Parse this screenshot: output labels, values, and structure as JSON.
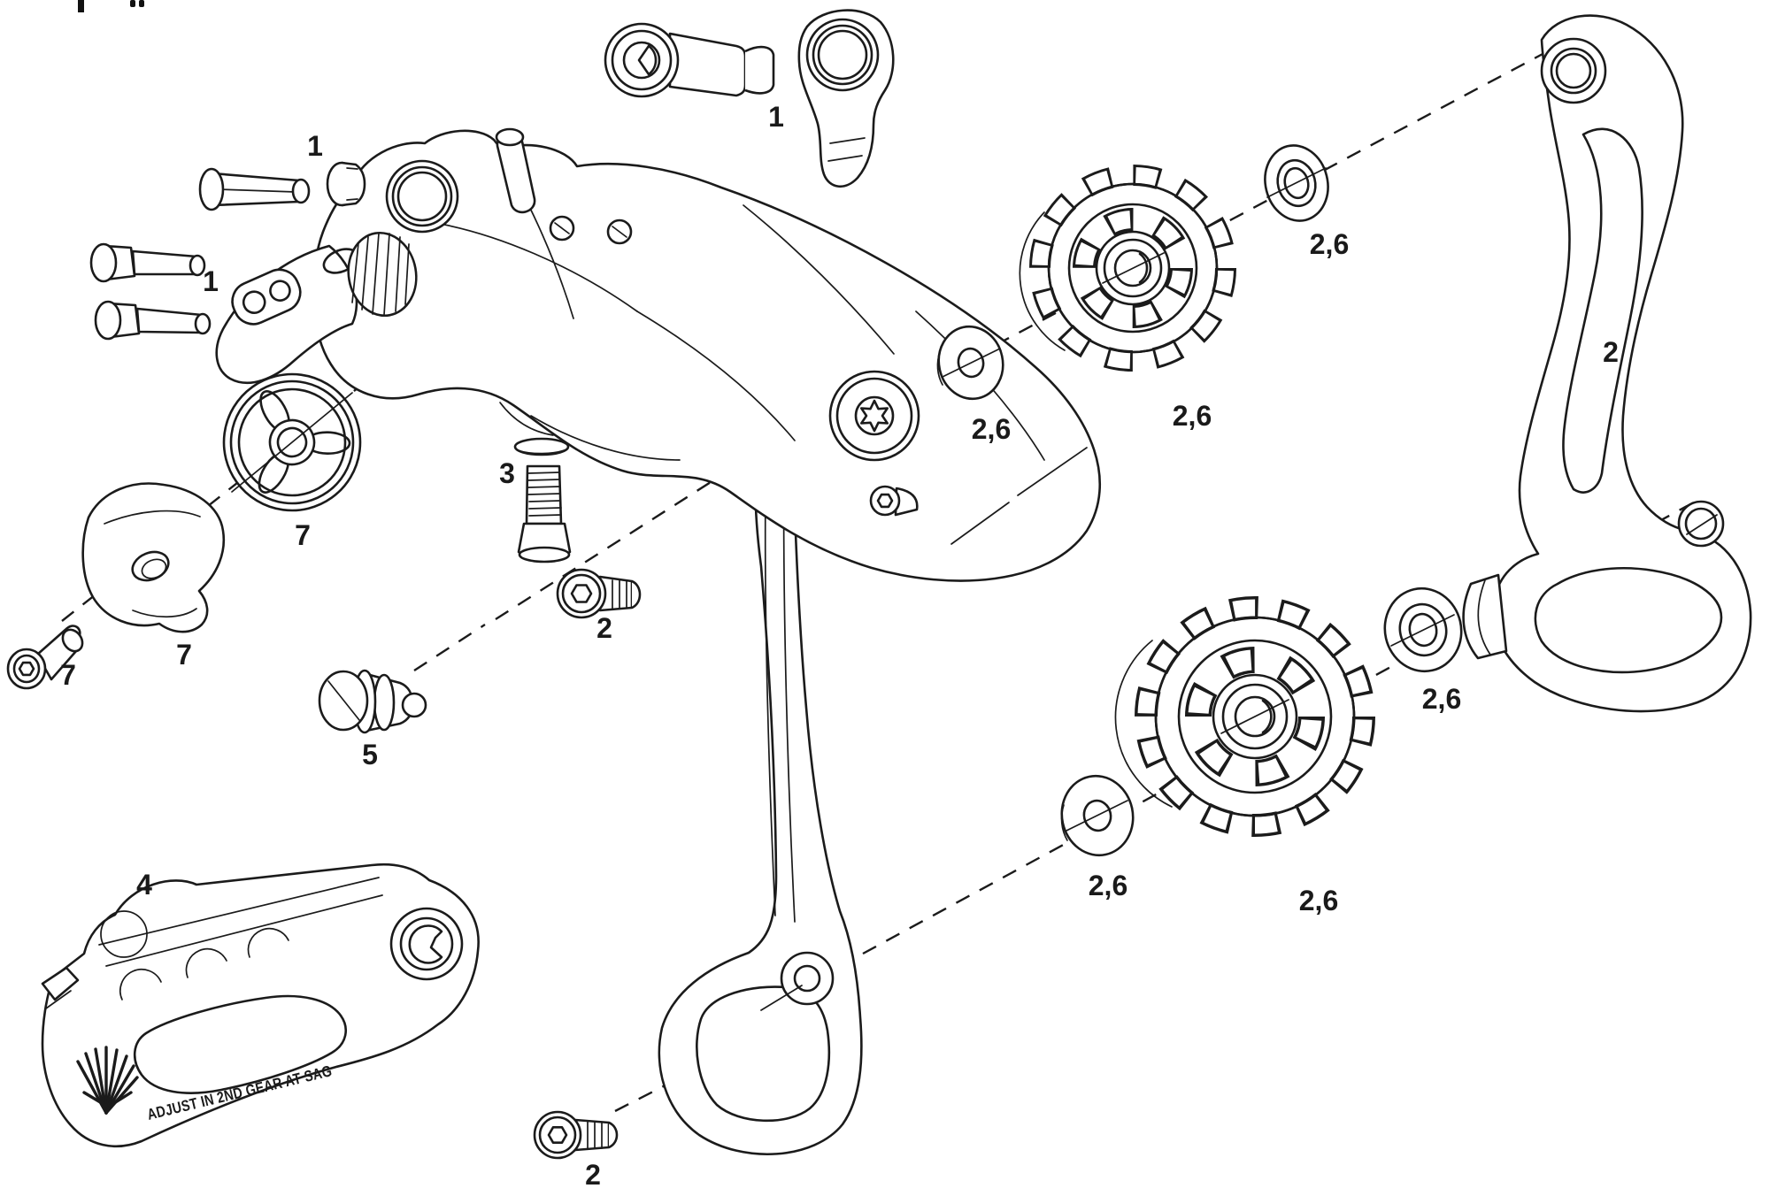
{
  "figure": {
    "type": "exploded-parts-diagram",
    "subject": "rear derailleur assembly"
  },
  "callouts": [
    {
      "id": "b-bolt-and-hanger",
      "text": "1"
    },
    {
      "id": "mounting-nut",
      "text": "1"
    },
    {
      "id": "mounting-bolts",
      "text": "1"
    },
    {
      "id": "outer-cage-plate",
      "text": "2"
    },
    {
      "id": "upper-pulley-bolt",
      "text": "2"
    },
    {
      "id": "lower-pulley-bolt",
      "text": "2"
    },
    {
      "id": "cage-lock-screw",
      "text": "3"
    },
    {
      "id": "chain-guide",
      "text": "4"
    },
    {
      "id": "b-adjust-screw",
      "text": "5"
    },
    {
      "id": "roller-wheel",
      "text": "7"
    },
    {
      "id": "cage-stop-cap",
      "text": "7"
    },
    {
      "id": "cap-bolt",
      "text": "7"
    },
    {
      "id": "upper-inner-washer",
      "text": "2,6"
    },
    {
      "id": "upper-pulley",
      "text": "2,6"
    },
    {
      "id": "upper-outer-washer",
      "text": "2,6"
    },
    {
      "id": "lower-inner-washer",
      "text": "2,6"
    },
    {
      "id": "lower-pulley",
      "text": "2,6"
    },
    {
      "id": "lower-outer-washer",
      "text": "2,6"
    }
  ],
  "engraving": {
    "text": "ADJUST IN 2ND GEAR AT SAG"
  }
}
